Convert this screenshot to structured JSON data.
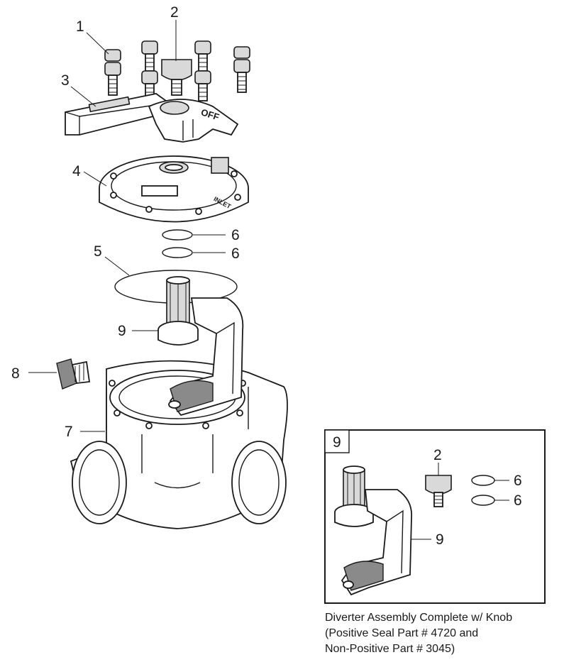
{
  "callouts": {
    "c1": "1",
    "c2": "2",
    "c3": "3",
    "c4": "4",
    "c5": "5",
    "c6a": "6",
    "c6b": "6",
    "c7": "7",
    "c8": "8",
    "c9": "9"
  },
  "inset": {
    "label": "9",
    "c2": "2",
    "c6a": "6",
    "c6b": "6",
    "c9": "9"
  },
  "part_text": {
    "off": "OFF",
    "inlet": "INLET"
  },
  "caption": {
    "line1": "Diverter Assembly Complete w/ Knob",
    "line2": "(Positive Seal Part # 4720 and",
    "line3": "Non-Positive Part # 3045)"
  }
}
